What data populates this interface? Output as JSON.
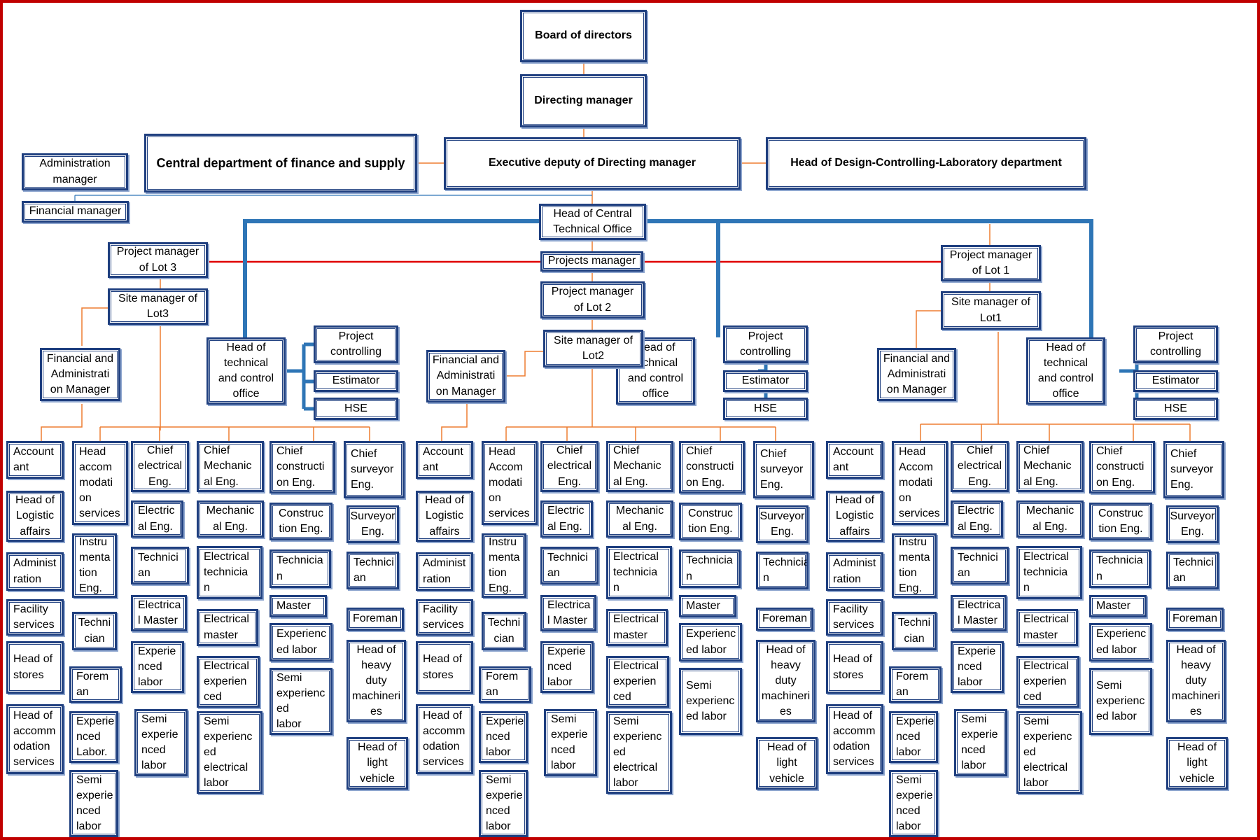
{
  "colors": {
    "frame": "#c00000",
    "box_border": "#1f3f7f",
    "orange_connector": "#ed7d31",
    "blue_connector": "#2e75b6",
    "red_connector": "#e00000"
  },
  "top": {
    "board": "Board of directors",
    "directing_manager": "Directing manager",
    "finance_supply": "Central department of  finance and supply",
    "executive_deputy": "Executive deputy  of  Directing manager",
    "design_lab": "Head of Design-Controlling-Laboratory  department",
    "administration_manager": "Administration\nmanager",
    "financial_manager": "Financial manager",
    "head_cto": "Head of Central\nTechnical Office",
    "projects_manager": "Projects manager"
  },
  "lot3": {
    "project_manager": "Project manager\nof Lot 3",
    "site_manager": "Site  manager of\nLot3",
    "finadmin_manager": "Financial and\nAdministrati\non  Manager",
    "head_technical_office": "Head of\ntechnical\nand control\noffice",
    "project_controlling": "Project\ncontrolling",
    "estimator": "Estimator",
    "hse": "HSE",
    "accountant": "Account\nant",
    "head_logistic": "Head of\nLogistic\naffairs",
    "administration": "Administ\nration",
    "facility_services": "Facility\nservices",
    "head_stores": "Head of\nstores",
    "head_accommodation": "Head of\naccomm\nodation\nservices",
    "head_accom_modation": "Head\naccom\nmodati\non\nservices",
    "instrumentation_eng": "Instru\nmenta\ntion\nEng.",
    "technician_a": "Techni\ncian",
    "foreman_a": "Forem\nan",
    "experienced_labor_a": "Experie\nnced\nLabor.",
    "semi_experienced_labor_a": "Semi\nexperie\nnced\nlabor",
    "chief_electrical": "Chief\nelectrical\nEng.",
    "electrical_eng": "Electric\nal Eng.",
    "technician_b": "Technici\nan",
    "electrical_master_b": "Electrica\nl Master",
    "experienced_labor_b": "Experie\nnced\nlabor",
    "semi_experienced_labor_b": "Semi\nexperie\nnced\nlabor",
    "chief_mechanical": "Chief\nMechanic\nal Eng.",
    "mechanical_eng": "Mechanic\nal Eng.",
    "electrical_technician": "Electrical\ntechnicia\nn",
    "electrical_master_c": "Electrical\nmaster",
    "electrical_experienced": "Electrical\nexperien\nced",
    "semi_experienced_electrical": "Semi\nexperienc\ned\nelectrical\nlabor",
    "chief_construction": "Chief\nconstructi\non Eng.",
    "construction_eng": "Construc\ntion Eng.",
    "technician_d": "Technicia\nn",
    "master": "Master",
    "experienced_labor_d": "Experienc\ned labor",
    "semi_experienced_labor_d": "Semi\nexperienc\ned\nlabor",
    "chief_surveyor": "Chief\nsurveyor\nEng.",
    "surveyor_eng": "Surveyor\nEng.",
    "technician_e": "Technici\nan",
    "foreman_e": "Foreman",
    "head_heavy_machinery": "Head of\nheavy\nduty\nmachineri\nes",
    "head_light_vehicle": "Head of\nlight\nvehicle"
  },
  "lot2": {
    "project_manager": "Project manager\nof Lot 2",
    "site_manager": "Site  manager of\nLot2",
    "finadmin_manager": "Financial and\nAdministrati\non  Manager",
    "head_technical_office": "Head of\ntechnical\nand control\noffice",
    "project_controlling": "Project\ncontrolling",
    "estimator": "Estimator",
    "hse": "HSE",
    "accountant": "Account\nant",
    "head_logistic": "Head of\nLogistic\naffairs",
    "administration": "Administ\nration",
    "facility_services": "Facility\nservices",
    "head_stores": "Head of\nstores",
    "head_accommodation": "Head of\naccomm\nodation\nservices",
    "head_accom_modation": "Head\nAccom\nmodati\non\nservices",
    "instrumentation_eng": "Instru\nmenta\ntion\nEng.",
    "technician_a": "Techni\ncian",
    "foreman_a": "Forem\nan",
    "experienced_labor_a": "Experie\nnced\nlabor",
    "semi_experienced_labor_a": "Semi\nexperie\nnced\nlabor",
    "chief_electrical": "Chief\nelectrical\nEng.",
    "electrical_eng": "Electric\nal Eng.",
    "technician_b": "Technici\nan",
    "electrical_master_b": "Electrica\nl Master",
    "experienced_labor_b": "Experie\nnced\nlabor",
    "semi_experienced_labor_b": "Semi\nexperie\nnced\nlabor",
    "chief_mechanical": "Chief\nMechanic\nal Eng.",
    "mechanical_eng": "Mechanic\nal Eng.",
    "electrical_technician": "Electrical\ntechnicia\nn",
    "electrical_master_c": "Electrical\nmaster",
    "electrical_experienced": "Electrical\nexperien\nced",
    "semi_experienced_electrical": "Semi\nexperienc\ned\nelectrical\nlabor",
    "chief_construction": "Chief\nconstructi\non Eng.",
    "construction_eng": "Construc\ntion Eng.",
    "technician_d": "Technicia\nn",
    "master": "Master",
    "experienced_labor_d": "Experienc\ned labor",
    "semi_experienced_labor_d": "Semi\nexperienc\ned labor",
    "chief_surveyor": "Chief\nsurveyor\nEng.",
    "surveyor_eng": "Surveyor\nEng.",
    "technician_e": "Technicia\nn",
    "foreman_e": "Foreman",
    "head_heavy_machinery": "Head of\nheavy\nduty\nmachineri\nes",
    "head_light_vehicle": "Head of\nlight\nvehicle"
  },
  "lot1": {
    "project_manager": "Project manager\nof Lot 1",
    "site_manager": "Site  manager of\nLot1",
    "finadmin_manager": "Financial and\nAdministrati\non  Manager",
    "head_technical_office": "Head of\ntechnical\nand control\noffice",
    "project_controlling": "Project\ncontrolling",
    "estimator": "Estimator",
    "hse": "HSE",
    "accountant": "Account\nant",
    "head_logistic": "Head of\nLogistic\naffairs",
    "administration": "Administ\nration",
    "facility_services": "Facility\nservices",
    "head_stores": "Head of\nstores",
    "head_accommodation": "Head of\naccomm\nodation\nservices",
    "head_accom_modation": "Head\nAccom\nmodati\non\nservices",
    "instrumentation_eng": "Instru\nmenta\ntion\nEng.",
    "technician_a": "Techni\ncian",
    "foreman_a": "Forem\nan",
    "experienced_labor_a": "Experie\nnced\nlabor",
    "semi_experienced_labor_a": "Semi\nexperie\nnced\nlabor",
    "chief_electrical": "Chief\nelectrical\nEng.",
    "electrical_eng": "Electric\nal Eng.",
    "technician_b": "Technici\nan",
    "electrical_master_b": "Electrica\nl Master",
    "experienced_labor_b": "Experie\nnced\nlabor",
    "semi_experienced_labor_b": "Semi\nexperie\nnced\nlabor",
    "chief_mechanical": "Chief\nMechanic\nal Eng.",
    "mechanical_eng": "Mechanic\nal Eng.",
    "electrical_technician": "Electrical\ntechnicia\nn",
    "electrical_master_c": "Electrical\nmaster",
    "electrical_experienced": "Electrical\nexperien\nced",
    "semi_experienced_electrical": "Semi\nexperienc\ned\nelectrical\nlabor",
    "chief_construction": "Chief\nconstructi\non Eng.",
    "construction_eng": "Construc\ntion Eng.",
    "technician_d": "Technicia\nn",
    "master": "Master",
    "experienced_labor_d": "Experienc\ned labor",
    "semi_experienced_labor_d": "Semi\nexperienc\ned labor",
    "chief_surveyor": "Chief\nsurveyor\nEng.",
    "surveyor_eng": "Surveyor\nEng.",
    "technician_e": "Technici\nan",
    "foreman_e": "Foreman",
    "head_heavy_machinery": "Head of\nheavy\nduty\nmachineri\nes",
    "head_light_vehicle": "Head of\nlight\nvehicle"
  }
}
